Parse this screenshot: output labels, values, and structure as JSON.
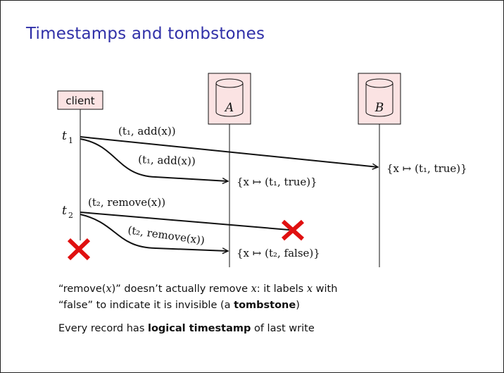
{
  "slide": {
    "title": "Timestamps and tombstones",
    "para1_line1_a": "“remove(",
    "para1_line1_b": "x",
    "para1_line1_c": ")” doesn’t actually remove ",
    "para1_line1_d": "x",
    "para1_line1_e": ": it labels ",
    "para1_line1_f": "x",
    "para1_line1_g": " with",
    "para1_line2_a": "“false” to indicate it is invisible (a ",
    "para1_line2_b": "tombstone",
    "para1_line2_c": ")",
    "para2_a": "Every record has ",
    "para2_b": "logical timestamp",
    "para2_c": " of last write"
  },
  "diagram": {
    "client_label": "client",
    "replica_a_label": "A",
    "replica_b_label": "B",
    "t1_label": "t",
    "t1_sub": "1",
    "t2_label": "t",
    "t2_sub": "2",
    "msg1_to_b": "(t₁, add(x))",
    "msg1_to_a": "(t₁, add(x))",
    "msg2_to_b": "(t₂, remove(x))",
    "msg2_to_a": "(t₂, remove(x))",
    "state_b_after_1": "{x ↦ (t₁, true)}",
    "state_a_after_1": "{x ↦ (t₁, true)}",
    "state_a_after_2": "{x ↦ (t₂, false)}",
    "colors": {
      "node_fill": "#fbe3e3",
      "failure_mark": "#e01010",
      "title": "#3030a8"
    }
  }
}
